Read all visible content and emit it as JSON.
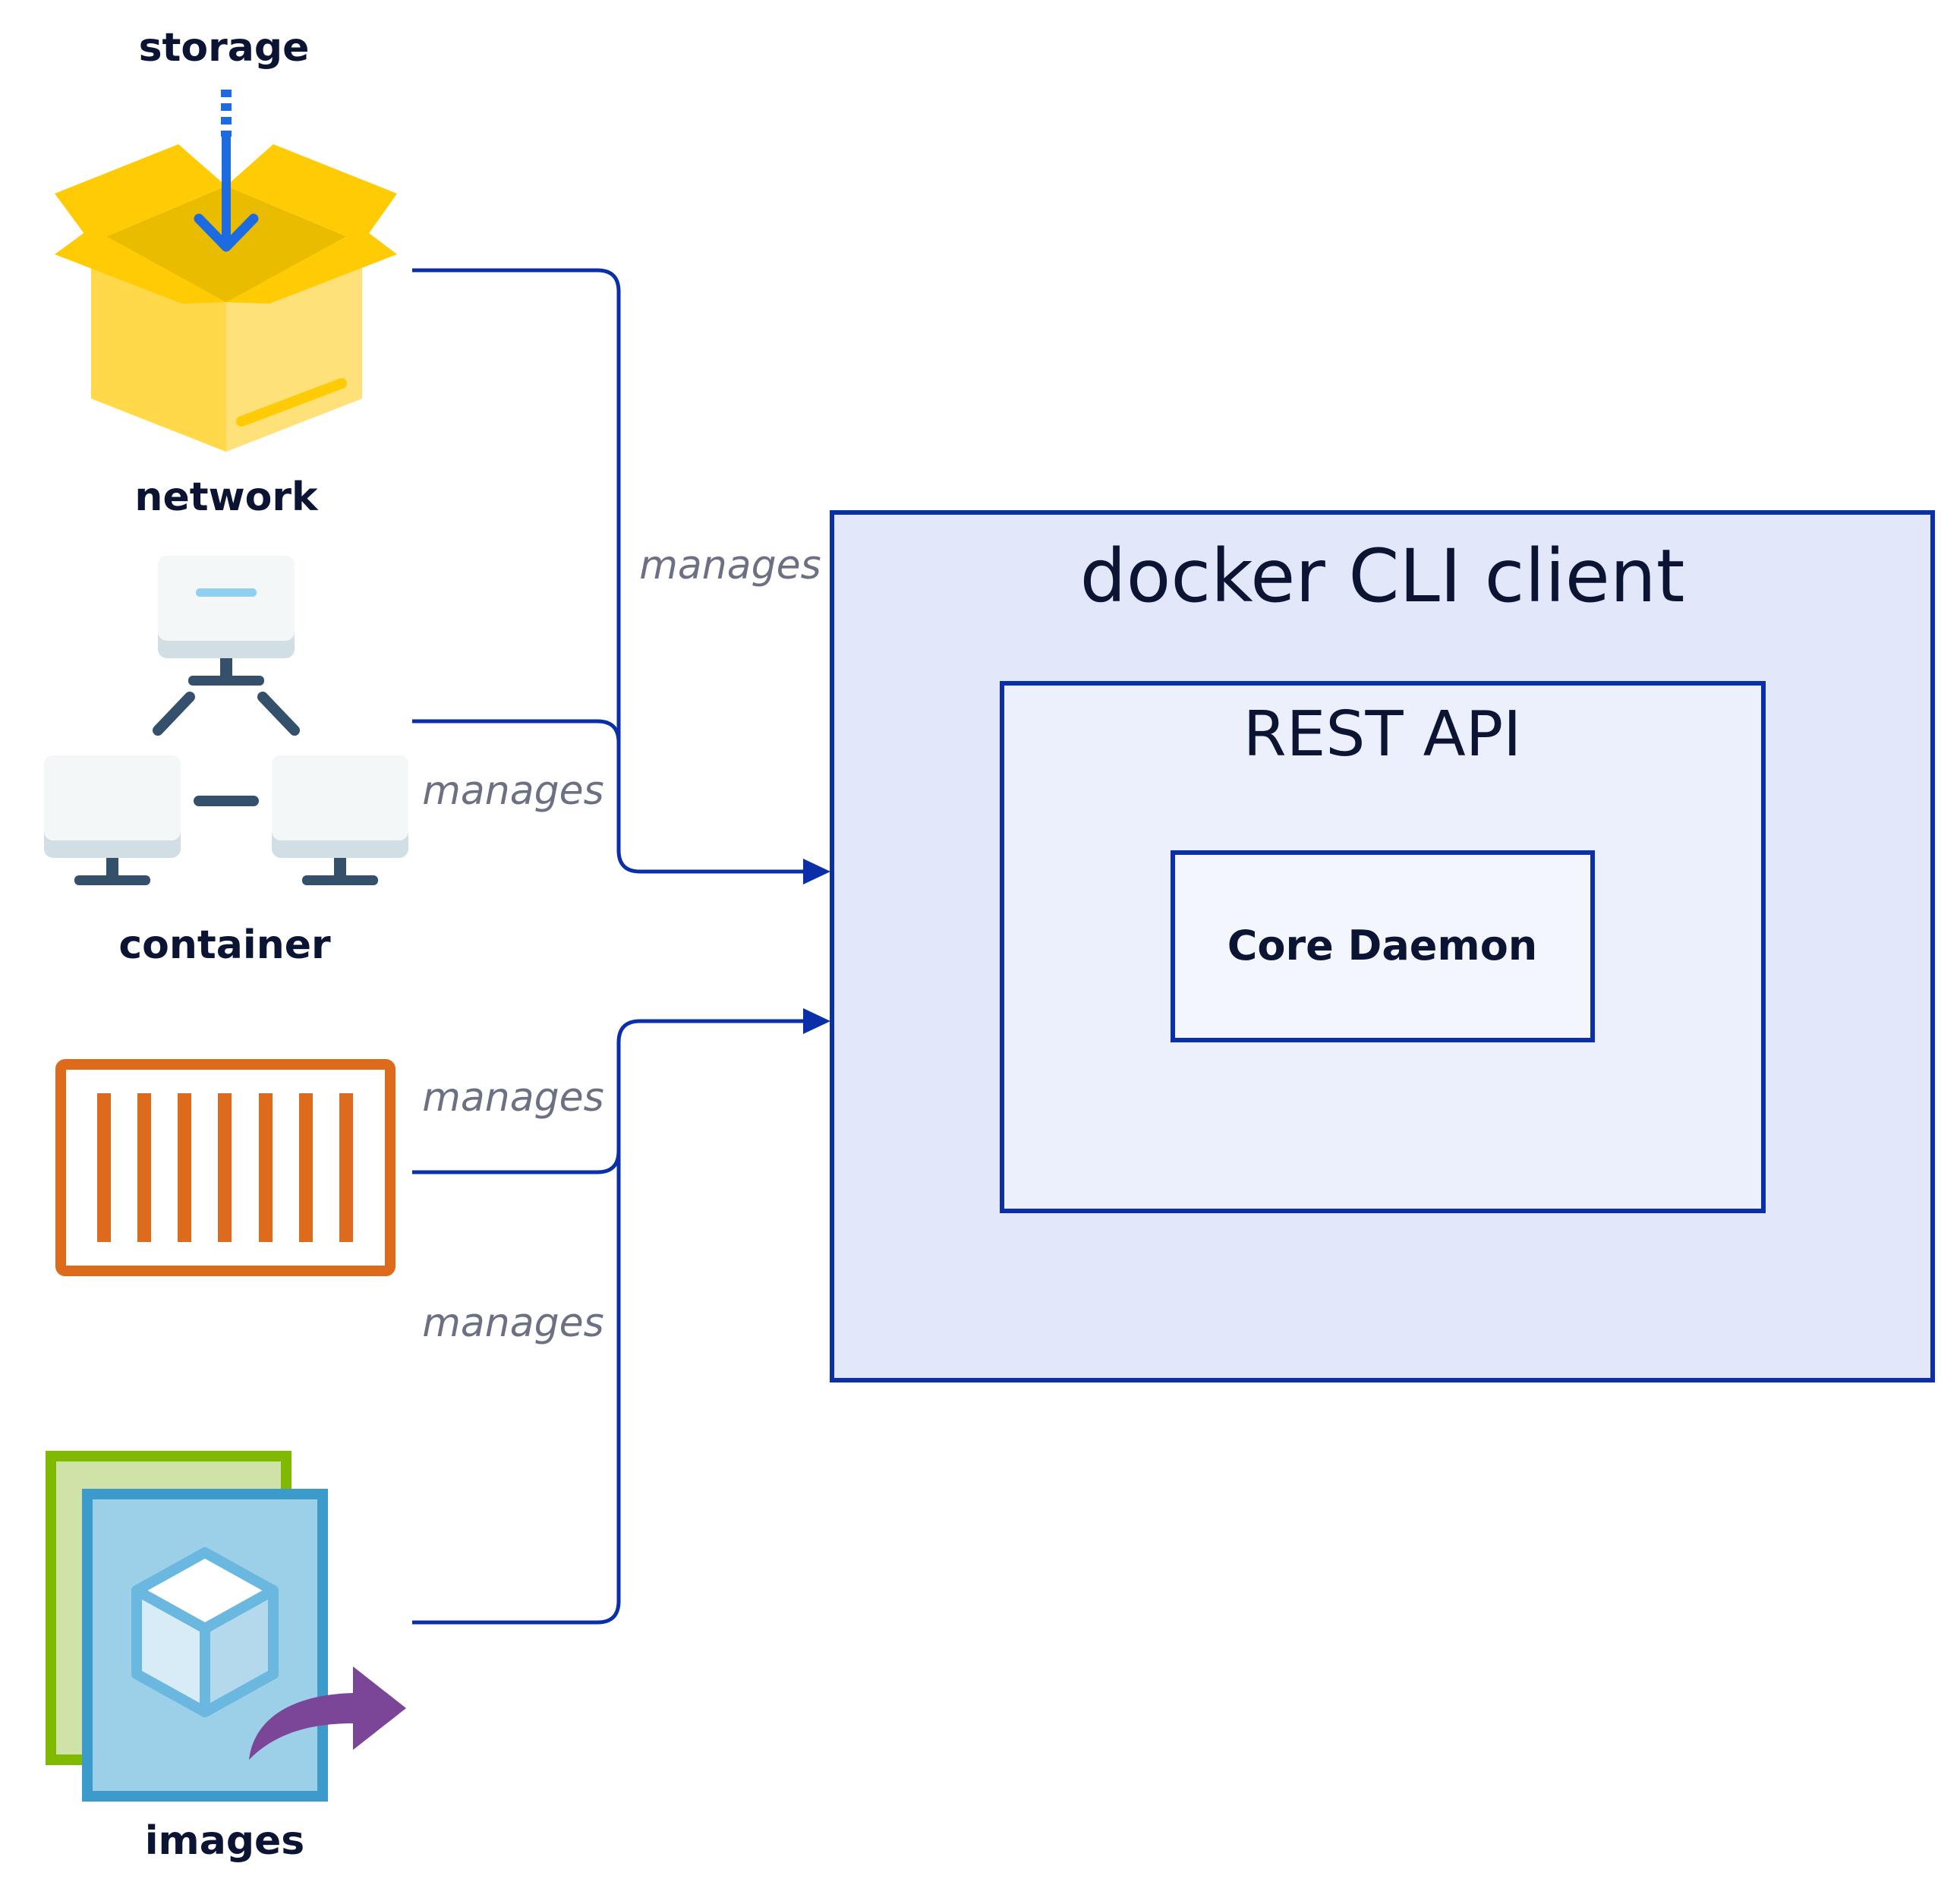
{
  "labels": {
    "storage": "storage",
    "network": "network",
    "container": "container",
    "images": "images"
  },
  "edges": {
    "storage": "manages",
    "network": "manages",
    "container": "manages",
    "images": "manages"
  },
  "client": {
    "title": "docker CLI client",
    "api": "REST API",
    "core": "Core Daemon"
  },
  "icons": {
    "storage": "open-box-icon",
    "network": "network-computers-icon",
    "container": "shipping-container-icon",
    "images": "image-stack-icon"
  },
  "colors": {
    "line": "#0a2fa8",
    "outer_fill": "#e2e8fa",
    "api_fill": "#ecf0fc",
    "core_fill": "#f4f6fd",
    "box": "#ffcb05",
    "container": "#de6a1b",
    "image_front": "#3d9bcb",
    "image_back": "#7fba00",
    "export_arrow": "#7b4598"
  }
}
